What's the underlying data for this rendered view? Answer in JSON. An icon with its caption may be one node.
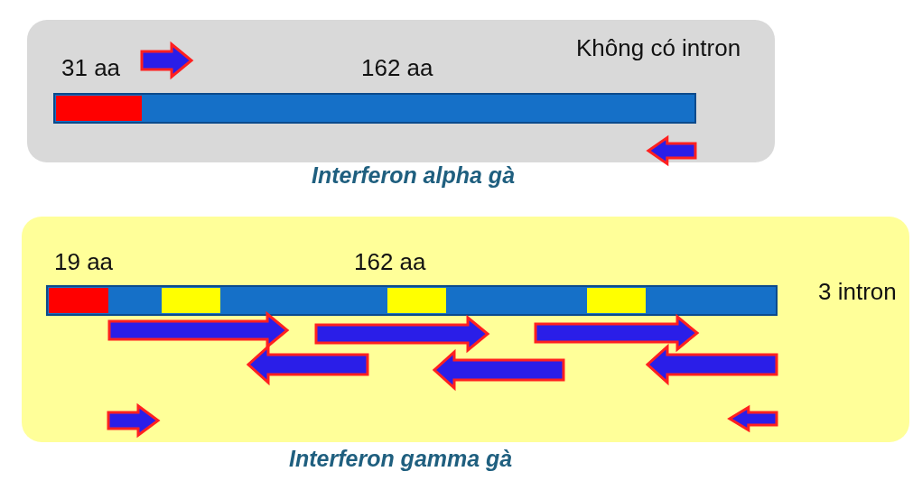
{
  "diagram": {
    "nodes": [
      {
        "text": [
          "Interferon alpha gà"
        ]
      },
      {
        "text": [
          "Interferon gamma gà"
        ]
      }
    ],
    "labels": [
      "31 aa",
      "162 aa",
      "Không có intron",
      "19 aa",
      "162 aa",
      "3 intron"
    ]
  }
}
